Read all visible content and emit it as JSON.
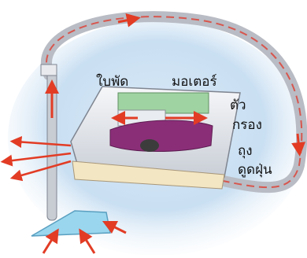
{
  "labels": {
    "fan": "ใบพัด",
    "motor": "มอเตอร์",
    "filter_line1": "ตัว",
    "filter_line2": "กรอง",
    "bag_line1": "ถุง",
    "bag_line2": "ดูดฝุ่น"
  },
  "colors": {
    "background_glow": "#c9dff2",
    "hose": "#b9bcc4",
    "hose_stripe": "#d7564e",
    "arrow": "#e23c25",
    "machine_body": "#eef1f4",
    "motor_green": "#9fd3a1",
    "dust_bag": "#8b2e78",
    "nozzle": "#9ad7ee"
  }
}
